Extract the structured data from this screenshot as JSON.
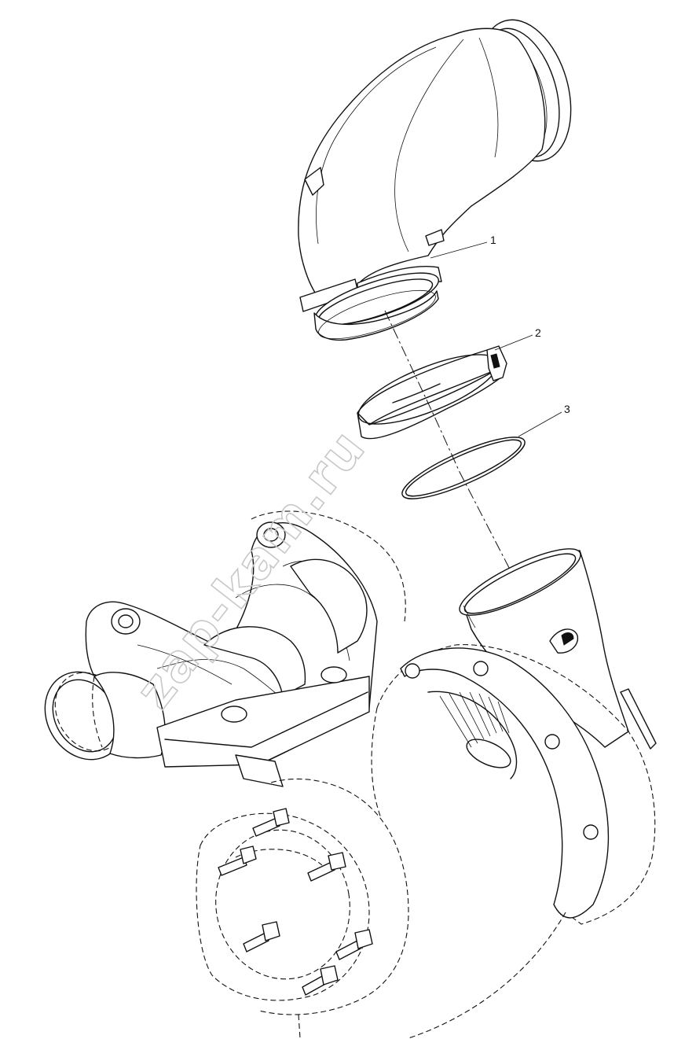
{
  "callouts": [
    {
      "number": "1",
      "part": "elbow-pipe"
    },
    {
      "number": "2",
      "part": "clamp-band"
    },
    {
      "number": "3",
      "part": "o-ring-seal"
    }
  ],
  "watermark": "zap-kam.ru",
  "colors": {
    "line": "#111111",
    "background": "#ffffff",
    "watermark": "#c8c8c8"
  }
}
